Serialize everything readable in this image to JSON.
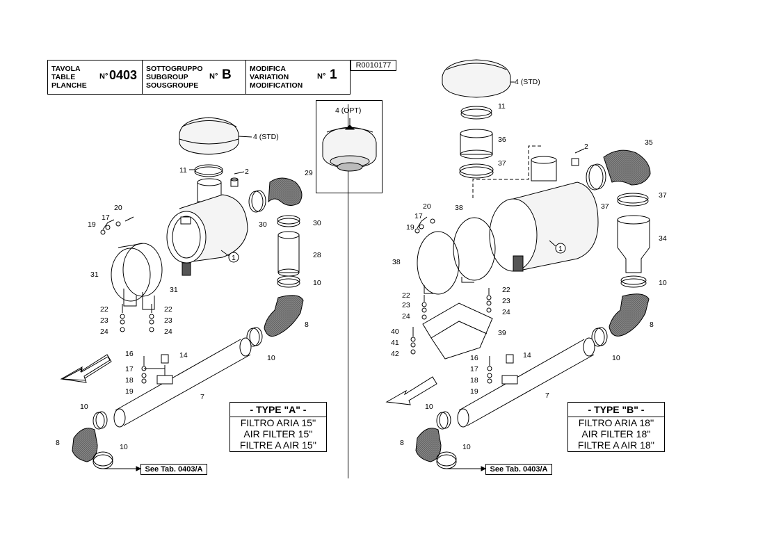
{
  "header": {
    "table_label": "TAVOLA\nTABLE\nPLANCHE",
    "table_no_prefix": "N°",
    "table_no": "0403",
    "subgroup_label": "SOTTOGRUPPO\nSUBGROUP\nSOUSGROUPE",
    "subgroup_no_prefix": "N°",
    "subgroup_no": "B",
    "variation_label": "MODIFICA\nVARIATION\nMODIFICATION",
    "variation_no_prefix": "N°",
    "variation_no": "1",
    "reference_code": "R0010177"
  },
  "optional_box": {
    "label": "4 (OPT)"
  },
  "left_assembly": {
    "type_title": "- TYPE \"A\" -",
    "type_lines": [
      "FILTRO ARIA 15''",
      "AIR FILTER 15''",
      "FILTRE A AIR 15''"
    ],
    "see_tab": "See Tab. 0403/A",
    "callouts": {
      "c4": "4 (STD)",
      "c11": "11",
      "c2": "2",
      "c29": "29",
      "c20": "20",
      "c17a": "17",
      "c19a": "19",
      "c30a": "30",
      "c30b": "30",
      "c28": "28",
      "c1": "1",
      "c31a": "31",
      "c31b": "31",
      "c10a": "10",
      "c22a": "22",
      "c22b": "22",
      "c23a": "23",
      "c23b": "23",
      "c24a": "24",
      "c24b": "24",
      "c8a": "8",
      "c10b": "10",
      "c16": "16",
      "c14": "14",
      "c17b": "17",
      "c18": "18",
      "c19b": "19",
      "c7": "7",
      "c10c": "10",
      "c8b": "8",
      "c10d": "10"
    }
  },
  "right_assembly": {
    "type_title": "- TYPE \"B\" -",
    "type_lines": [
      "FILTRO ARIA 18''",
      "AIR FILTER 18''",
      "FILTRE A AIR 18''"
    ],
    "see_tab": "See Tab. 0403/A",
    "callouts": {
      "c4": "4 (STD)",
      "c11": "11",
      "c36": "36",
      "c37a": "37",
      "c2": "2",
      "c35": "35",
      "c37b": "37",
      "c37c": "37",
      "c20": "20",
      "c38a": "38",
      "c17a": "17",
      "c19a": "19",
      "c34": "34",
      "c1": "1",
      "c38b": "38",
      "c10a": "10",
      "c22a": "22",
      "c22b": "22",
      "c23a": "23",
      "c23b": "23",
      "c24a": "24",
      "c24b": "24",
      "c40": "40",
      "c39": "39",
      "c41": "41",
      "c42": "42",
      "c8a": "8",
      "c10b": "10",
      "c16": "16",
      "c14": "14",
      "c17b": "17",
      "c18": "18",
      "c19b": "19",
      "c7": "7",
      "c10c": "10",
      "c8b": "8",
      "c10d": "10"
    }
  },
  "colors": {
    "ink": "#000000",
    "hose": "#8a8a8a",
    "hose_dark": "#5a5a5a",
    "body": "#f4f4f4"
  }
}
